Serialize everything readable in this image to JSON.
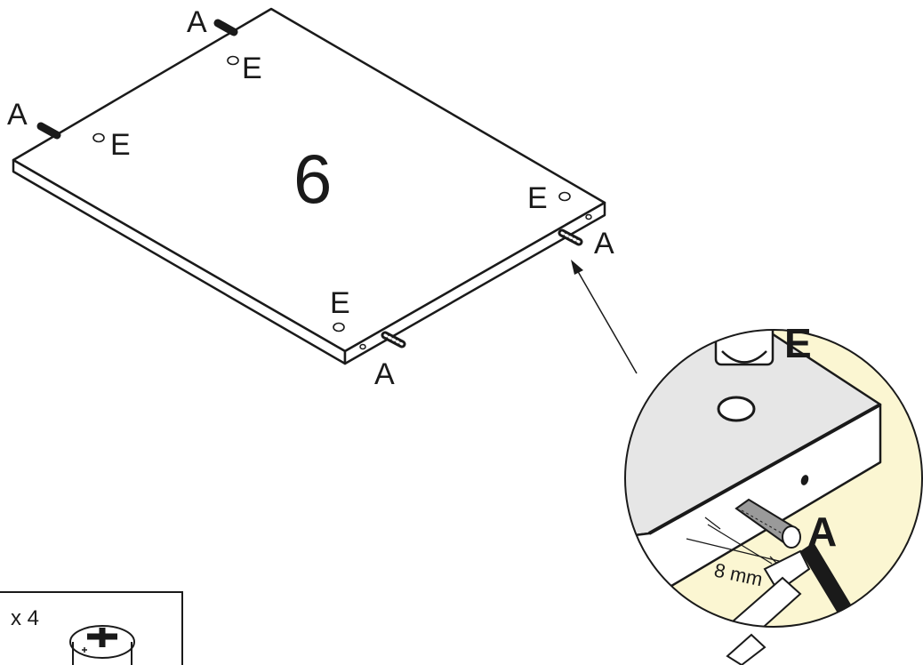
{
  "panel": {
    "number": "6"
  },
  "labels": {
    "dowel": "A",
    "cam": "E"
  },
  "detail": {
    "cam_label": "E",
    "dowel_label": "A",
    "measurement": "8 mm",
    "background_color": "#fbf6d2"
  },
  "parts_box": {
    "quantity": "x 4"
  },
  "colors": {
    "line": "#1a1a1a",
    "board": "#ffffff",
    "detail_bg": "#fbf6d2",
    "detail_board": "#e6e6e6"
  }
}
